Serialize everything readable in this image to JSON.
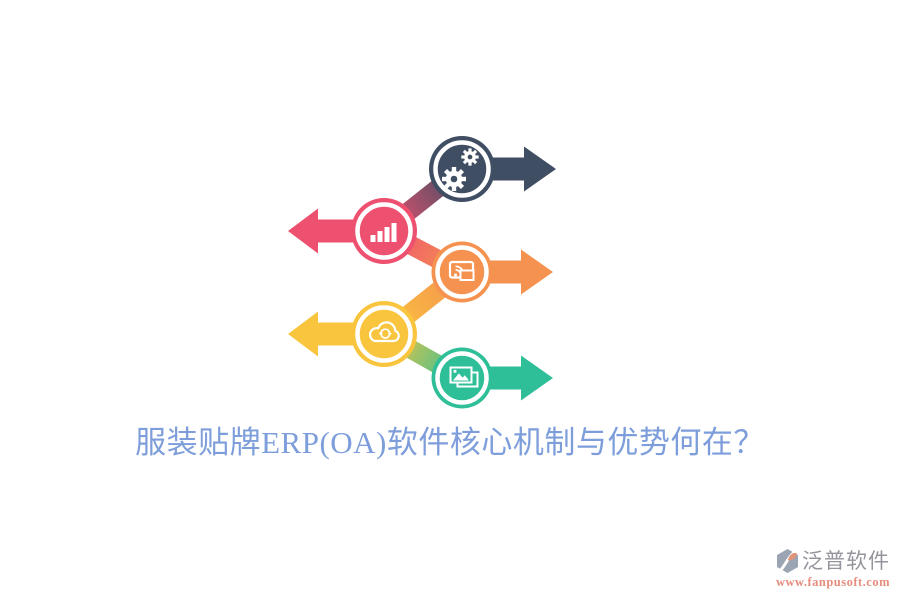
{
  "title": {
    "text": "服装贴牌ERP(OA)软件核心机制与优势何在？",
    "color": "#7d9edb"
  },
  "diagram": {
    "type": "zigzag-arrow-infographic",
    "rows": [
      {
        "icon": "gears-icon",
        "color": "#3f4e63",
        "direction": "right"
      },
      {
        "icon": "bar-chart-icon",
        "color": "#ee5170",
        "direction": "left"
      },
      {
        "icon": "screen-cast-icon",
        "color": "#f5924f",
        "direction": "right"
      },
      {
        "icon": "cloud-sync-icon",
        "color": "#f9c53e",
        "direction": "left"
      },
      {
        "icon": "photos-icon",
        "color": "#2fbf98",
        "direction": "right"
      }
    ],
    "icon_foreground": "#ffffff"
  },
  "logo": {
    "name": "泛普软件",
    "url": "www.fanpusoft.com",
    "name_color": "#94949c",
    "url_color": "#e78d7e",
    "icon_colors": {
      "base": "#9aa4b3",
      "accent": "#df9379"
    }
  }
}
